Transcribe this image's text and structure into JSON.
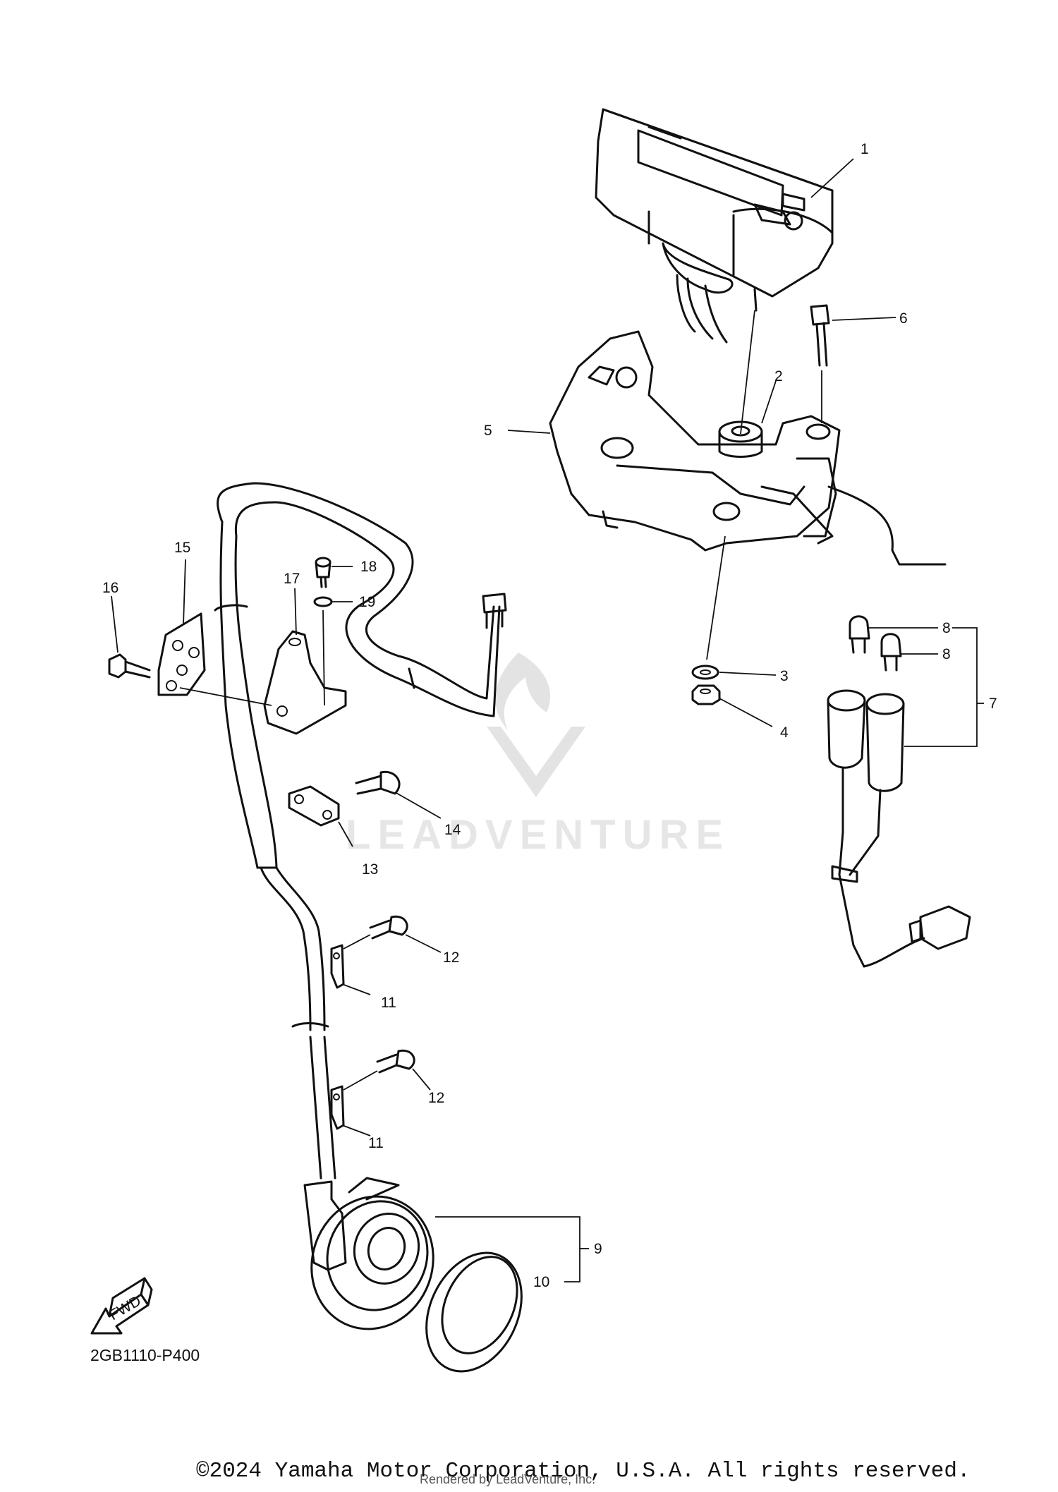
{
  "diagram": {
    "code": "2GB1110-P400",
    "fwd_label": "FWD",
    "callouts": [
      "1",
      "2",
      "3",
      "4",
      "5",
      "6",
      "7",
      "8",
      "8",
      "9",
      "10",
      "11",
      "11",
      "12",
      "12",
      "13",
      "14",
      "15",
      "16",
      "17",
      "18",
      "19"
    ]
  },
  "watermark": {
    "text": "LEADVENTURE"
  },
  "footer": {
    "copyright": "©2024 Yamaha Motor Corporation, U.S.A. All rights reserved.",
    "rendered_by": "Rendered by LeadVenture, Inc."
  }
}
